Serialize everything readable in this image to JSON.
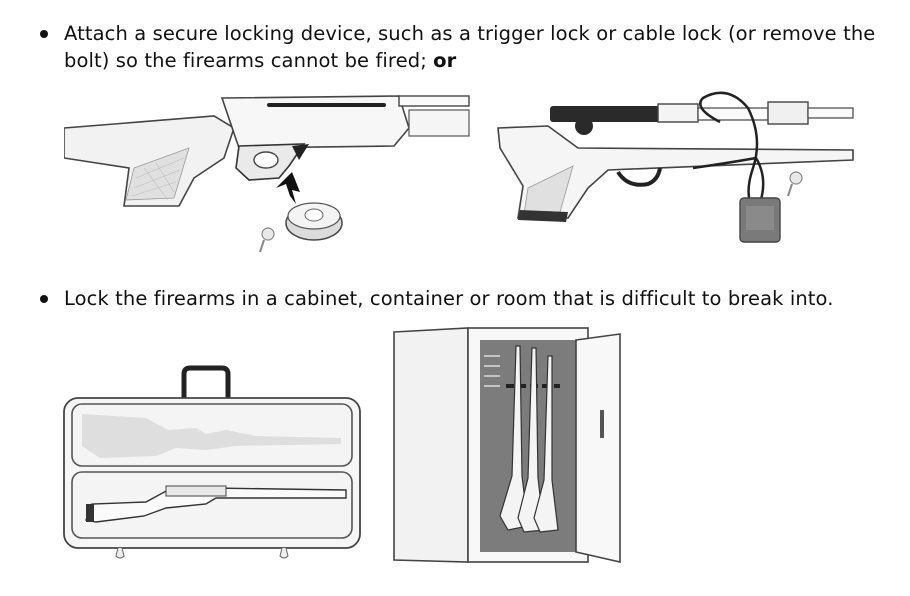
{
  "items": [
    {
      "text": "Attach a secure locking device, such as a trigger lock or cable lock (or remove the bolt) so the firearms cannot be fired; ",
      "emphasis": "or"
    },
    {
      "text": "Lock the firearms in a cabinet, container or room that is difficult to break into."
    }
  ],
  "illustrations": {
    "trigger_lock": "trigger-lock-illustration",
    "cable_lock": "cable-lock-illustration",
    "gun_case": "gun-case-illustration",
    "gun_cabinet": "gun-cabinet-illustration"
  }
}
